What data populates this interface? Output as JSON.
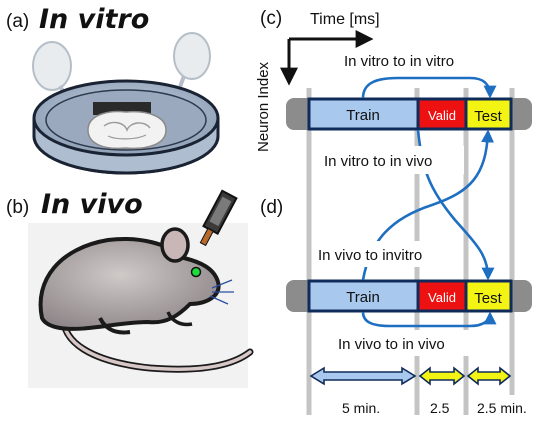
{
  "panels": {
    "a": {
      "letter": "(a)",
      "title": "In vitro"
    },
    "b": {
      "letter": "(b)",
      "title": "In vivo"
    },
    "c": {
      "letter": "(c)",
      "time_axis": "Time [ms]",
      "neuron_axis": "Neuron Index"
    },
    "d": {
      "letter": "(d)"
    }
  },
  "segments": {
    "train": "Train",
    "valid": "Valid",
    "test": "Test"
  },
  "transfers": {
    "vitro_to_vitro": "In vitro to in vitro",
    "vitro_to_vivo": "In vitro to in vivo",
    "vivo_to_vitro": "In vivo to invitro",
    "vivo_to_vivo": "In vivo to in vivo"
  },
  "durations": {
    "train": "5 min.",
    "valid": "2.5",
    "test": "2.5 min."
  },
  "colors": {
    "train": "#a9c8ee",
    "valid": "#ee1111",
    "test": "#f4f414",
    "track": "#8c8c8c",
    "arrow": "#1e6fc2",
    "duration_train_arrow": "#a9c8ee",
    "duration_short_arrow": "#f4f414"
  }
}
